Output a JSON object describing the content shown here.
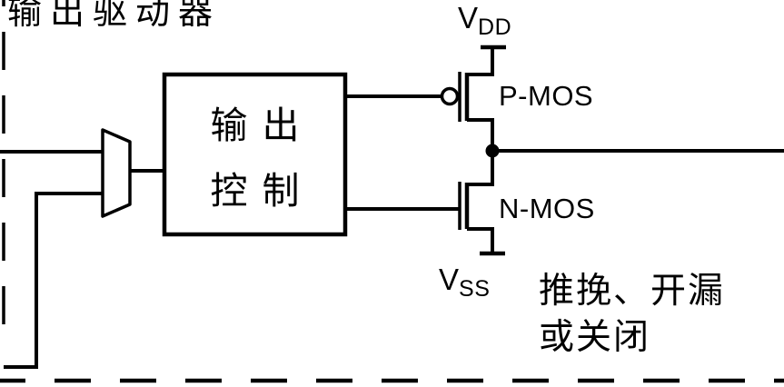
{
  "diagram": {
    "title": "输出驱动器",
    "control_block": {
      "line1": "输出",
      "line2": "控制"
    },
    "rails": {
      "vdd_base": "V",
      "vdd_sub": "DD",
      "vss_base": "V",
      "vss_sub": "SS"
    },
    "transistors": {
      "pmos_label": "P-MOS",
      "nmos_label": "N-MOS"
    },
    "mode_note": {
      "line1": "推挽、开漏",
      "line2": "或关闭"
    },
    "colors": {
      "line": "#000000",
      "background": "#ffffff"
    }
  }
}
